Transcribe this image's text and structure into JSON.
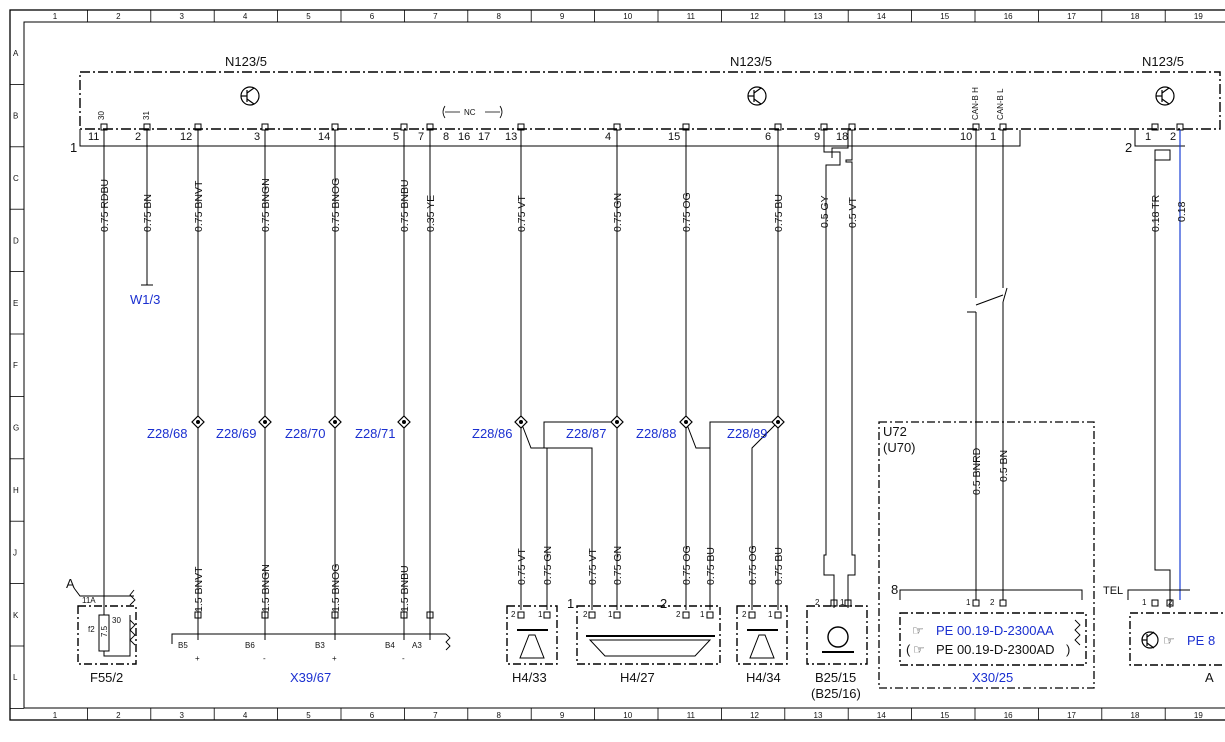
{
  "grid": {
    "columns": [
      "1",
      "2",
      "3",
      "4",
      "5",
      "6",
      "7",
      "8",
      "9",
      "10",
      "11",
      "12",
      "13",
      "14",
      "15",
      "16",
      "17",
      "18",
      "19"
    ],
    "rows": [
      "A",
      "B",
      "C",
      "D",
      "E",
      "F",
      "G",
      "H",
      "J",
      "K",
      "L"
    ]
  },
  "components": {
    "n123_left": "N123/5",
    "n123_mid": "N123/5",
    "n123_right": "N123/5",
    "connector_1": "1",
    "connector_2": "2",
    "nc": "NC",
    "can_h": "CAN-B H",
    "can_l": "CAN-B L",
    "u72": "U72",
    "u70": "(U70)",
    "tel": "TEL",
    "f55": "F55/2",
    "fuse_a": "A",
    "fuse_11a": "11A",
    "fuse_f2": "f2",
    "fuse_30": "30",
    "fuse_7_5": "7.5",
    "w1_3": "W1/3",
    "x39_67": "X39/67",
    "h4_33": "H4/33",
    "h4_27": "H4/27",
    "h4_34": "H4/34",
    "b25_15": "B25/15",
    "b25_16": "(B25/16)",
    "x30_25": "X30/25",
    "pe_a": "PE 00.19-D-2300AA",
    "pe_b": "PE 00.19-D-2300AD",
    "pe_paren_open": "(",
    "pe_paren_close": ")",
    "pe_c": "PE 8",
    "edge_a": "A",
    "num_8": "8",
    "speaker1": "1",
    "speaker2": "2"
  },
  "pins": {
    "p30": "30",
    "p31": "31",
    "p11": "11",
    "p2": "2",
    "p12": "12",
    "p3": "3",
    "p14": "14",
    "p5": "5",
    "p7": "7",
    "p8": "8",
    "p16": "16",
    "p17": "17",
    "p13": "13",
    "p4": "4",
    "p15": "15",
    "p6": "6",
    "p9": "9",
    "p18": "18",
    "p10": "10",
    "p1": "1",
    "r1": "1",
    "r2": "2"
  },
  "wires": {
    "w_rdbu": "0.75 RDBU",
    "w_bn": "0.75 BN",
    "w_bnvt": "0.75 BNVT",
    "w_bngn": "0.75 BNGN",
    "w_bnog": "0.75 BNOG",
    "w_bnbu": "0.75 BNBU",
    "w_ye": "0.35 YE",
    "w_vt": "0.75 VT",
    "w_gn": "0.75 GN",
    "w_og": "0.75 OG",
    "w_bu": "0.75 BU",
    "w_gy": "0.5 GY",
    "w_vt5": "0.5 VT",
    "w_tr": "0.18 TR",
    "w_018": "0.18",
    "w_bnrd": "0.5 BNRD",
    "w_bn5": "0.5 BN",
    "l_bnvt": "1.5 BNVT",
    "l_bngn": "1.5 BNGN",
    "l_bnog": "1.5 BNOG",
    "l_bnbu": "1.5 BNBU",
    "h1": "0.75 VT",
    "h2": "0.75 GN",
    "h3": "0.75 VT",
    "h4": "0.75 GN",
    "h5": "0.75 OG",
    "h6": "0.75 BU",
    "h7": "0.75 OG",
    "h8": "0.75 BU"
  },
  "splices": {
    "z68": "Z28/68",
    "z69": "Z28/69",
    "z70": "Z28/70",
    "z71": "Z28/71",
    "z86": "Z28/86",
    "z87": "Z28/87",
    "z88": "Z28/88",
    "z89": "Z28/89"
  },
  "terminals": {
    "b5": "B5",
    "b6": "B6",
    "b3": "B3",
    "b4": "B4",
    "a3": "A3",
    "plus": "+",
    "minus": "-"
  }
}
